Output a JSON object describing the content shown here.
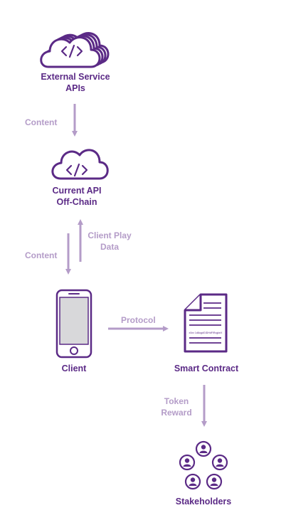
{
  "colors": {
    "node": "#5b2a86",
    "edge": "#b49cc8",
    "background": "#ffffff"
  },
  "nodes": {
    "external": {
      "line1": "External Service",
      "line2": "APIs",
      "icon": "cloud-stack-code-icon"
    },
    "current": {
      "line1": "Current  API",
      "line2": "Off-Chain",
      "icon": "cloud-code-icon"
    },
    "client": {
      "label": "Client",
      "icon": "smartphone-icon"
    },
    "contract": {
      "label": "Smart Contract",
      "icon": "document-icon",
      "address": "x0xx 1d8ogdGIDHdFiRcgkeX"
    },
    "stakeholders": {
      "label": "Stakeholders",
      "icon": "people-circle-icon"
    }
  },
  "edges": {
    "content1": "Content",
    "content2": "Content",
    "client_play": {
      "line1": "Client Play",
      "line2": "Data"
    },
    "protocol": "Protocol",
    "token_reward": {
      "line1": "Token",
      "line2": "Reward"
    }
  }
}
